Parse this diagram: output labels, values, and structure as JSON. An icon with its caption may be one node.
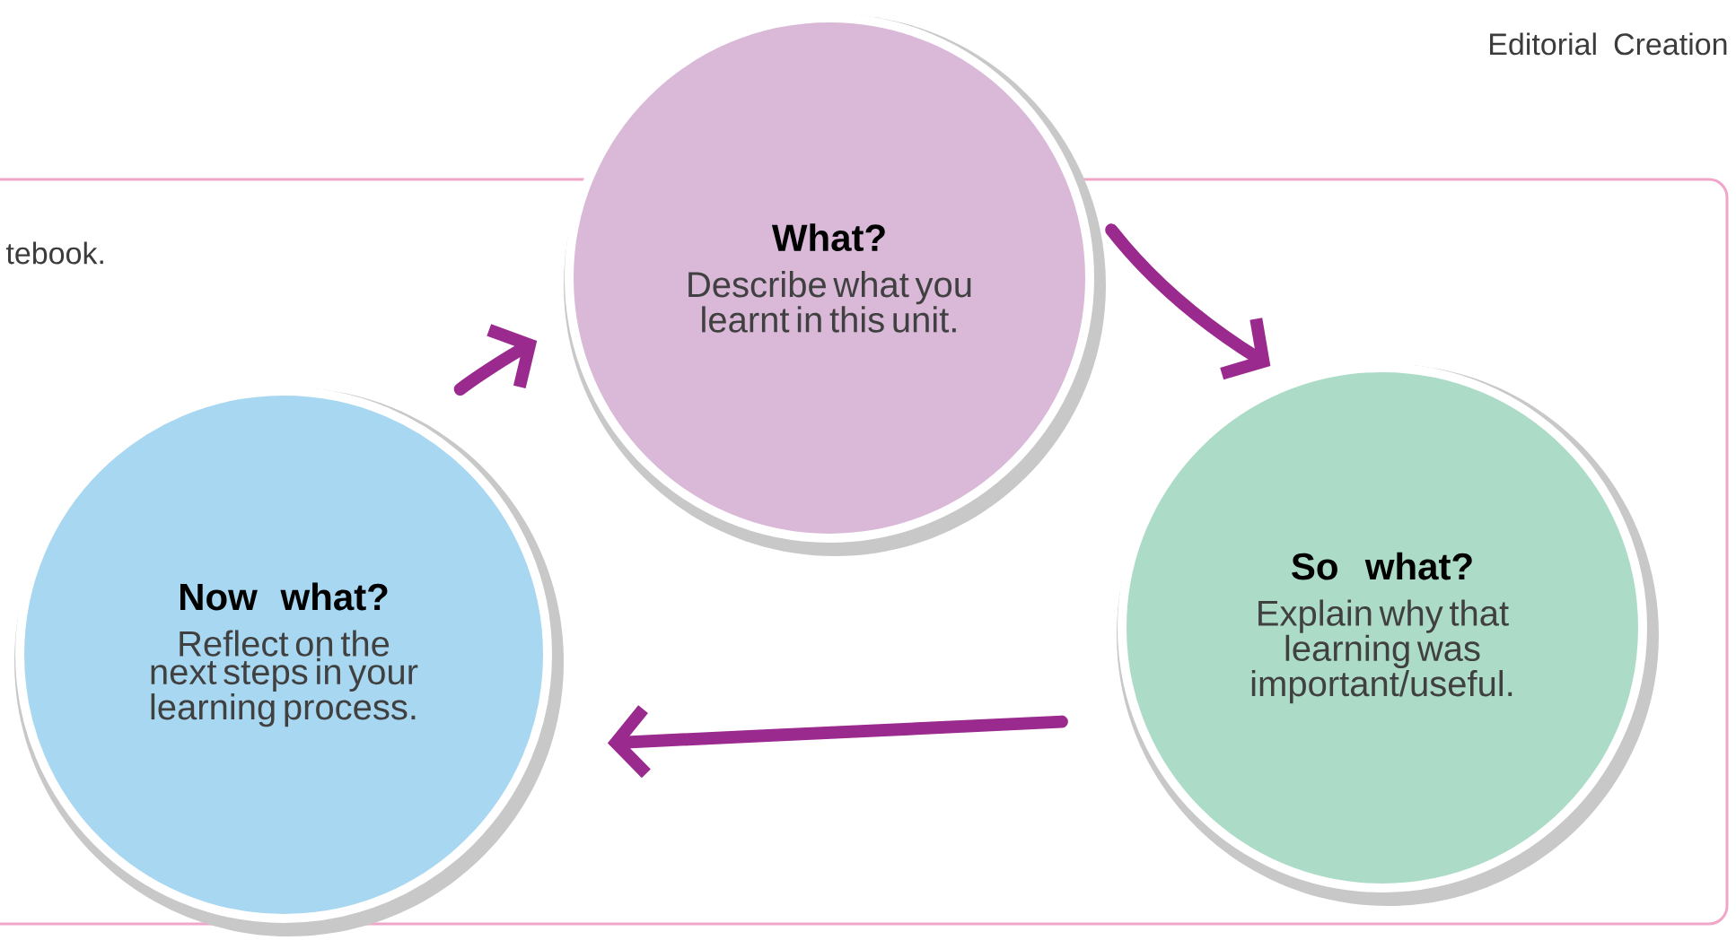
{
  "diagram": {
    "nodes": [
      {
        "text": [
          "What?",
          "Describe what you learnt in this unit."
        ]
      },
      {
        "text": [
          "So what?",
          "Explain why that learning was important/useful."
        ]
      },
      {
        "text": [
          "Now what?",
          "Reflect on the next steps in your learning process."
        ]
      }
    ],
    "edges": [
      {
        "from": 0,
        "to": 1,
        "arrow": "to"
      },
      {
        "from": 1,
        "to": 2,
        "arrow": "to"
      },
      {
        "from": 2,
        "to": 0,
        "arrow": "to"
      }
    ],
    "labels": [
      "Editorial Creation",
      "tebook."
    ]
  }
}
